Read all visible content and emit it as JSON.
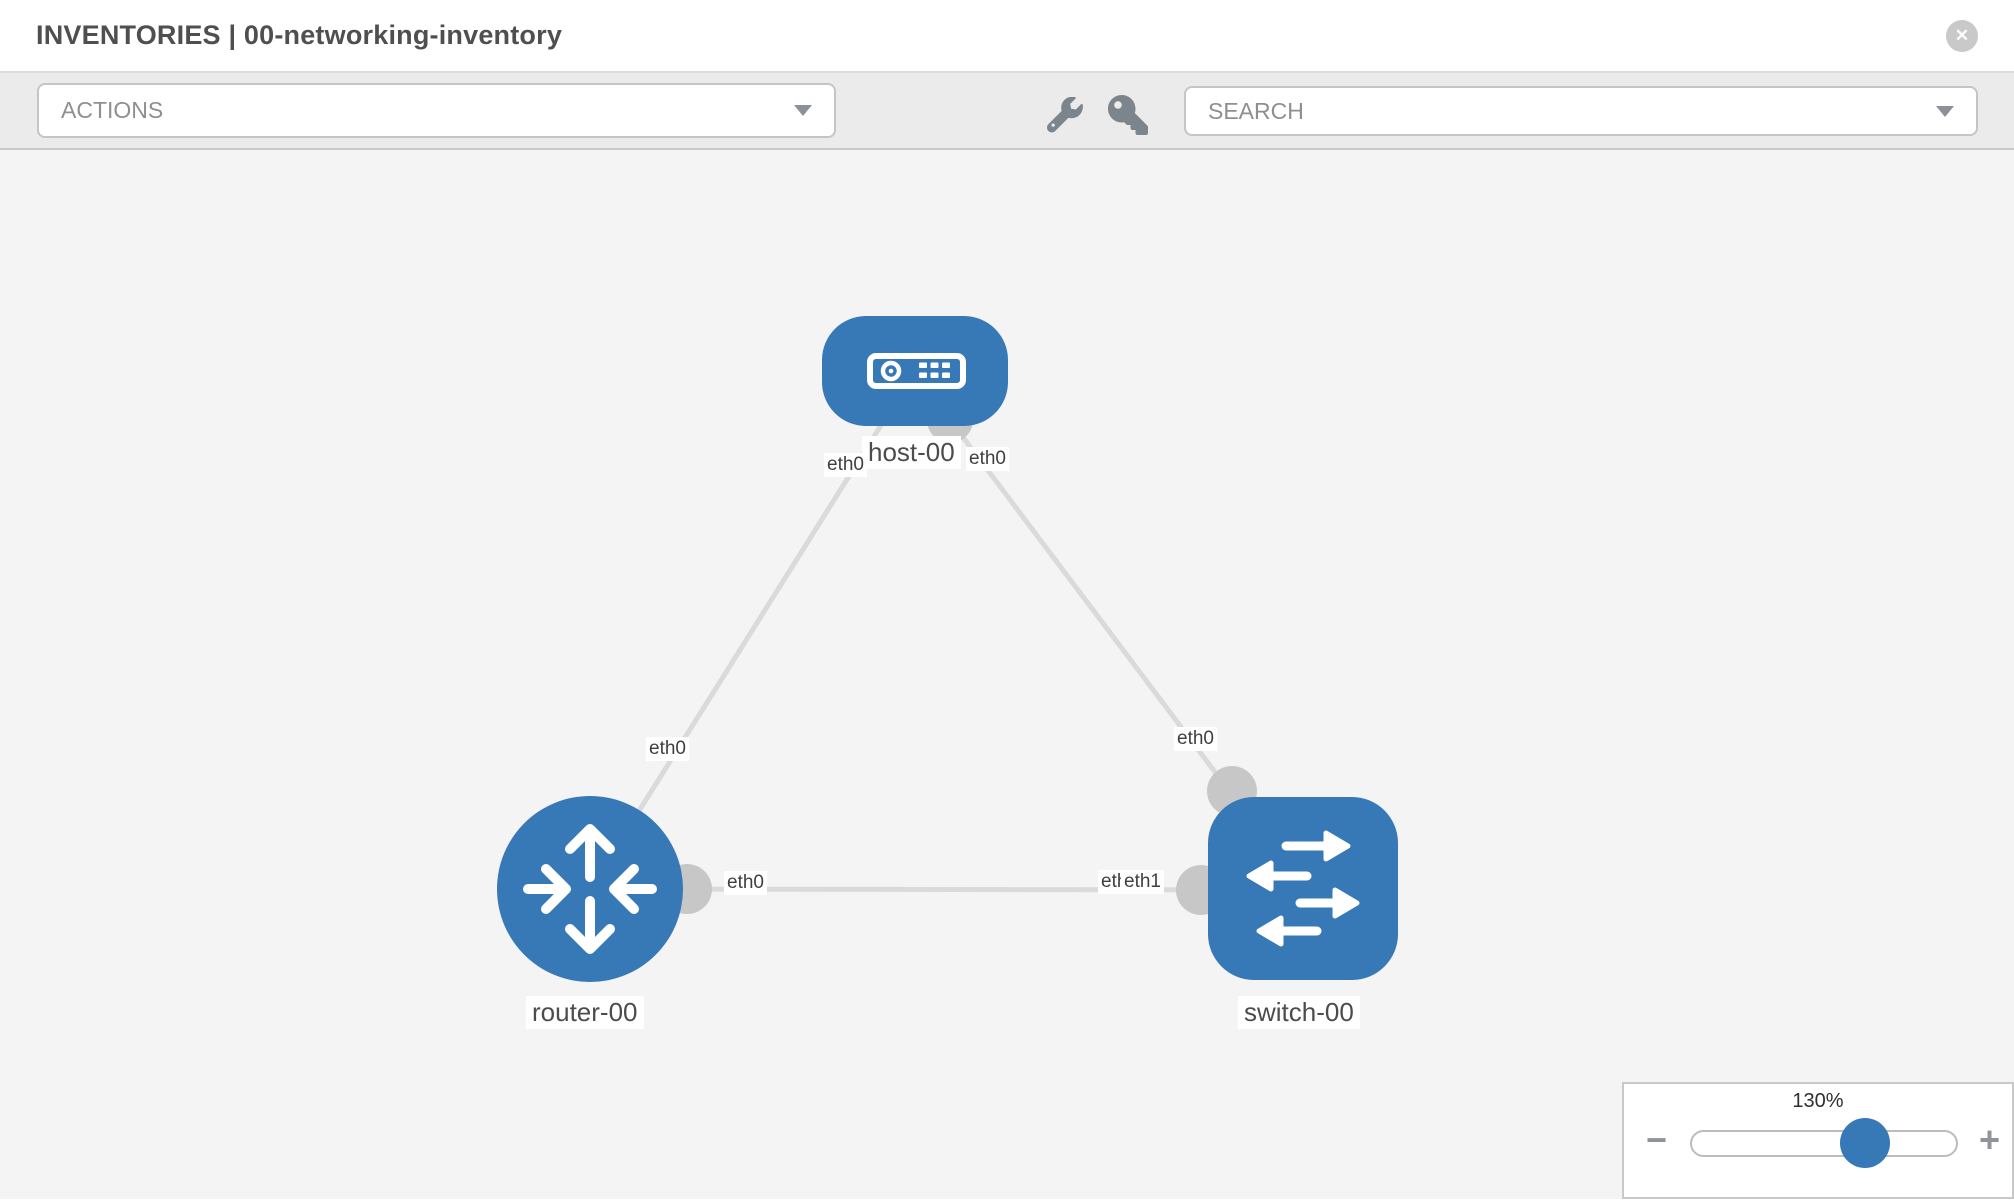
{
  "header": {
    "title": "INVENTORIES | 00-networking-inventory",
    "close_glyph": "✕"
  },
  "toolbar": {
    "actions": {
      "label": "ACTIONS"
    },
    "search": {
      "placeholder": "SEARCH"
    },
    "icons": [
      "wrench-icon",
      "key-icon"
    ]
  },
  "canvas": {
    "nodes": [
      {
        "id": "host-00",
        "type": "host",
        "label": "host-00"
      },
      {
        "id": "router-00",
        "type": "router",
        "label": "router-00"
      },
      {
        "id": "switch-00",
        "type": "switch",
        "label": "switch-00"
      }
    ],
    "links": [
      {
        "from": "host-00",
        "from_interface": "eth0",
        "to": "router-00",
        "to_interface": "eth0"
      },
      {
        "from": "host-00",
        "from_interface": "eth0",
        "to": "switch-00",
        "to_interface": "eth0"
      },
      {
        "from": "router-00",
        "from_interface": "eth0",
        "to": "switch-00",
        "to_interface": "eth1",
        "to_interface_overlapped": "eth0"
      }
    ]
  },
  "zoom": {
    "level": "130%",
    "minus_glyph": "−",
    "plus_glyph": "+"
  },
  "colors": {
    "node_blue": "#3778b7",
    "edge_gray": "#dadada",
    "connector_gray": "#c7c7c7",
    "canvas_bg": "#f4f4f4",
    "toolbar_bg": "#ebebeb"
  }
}
